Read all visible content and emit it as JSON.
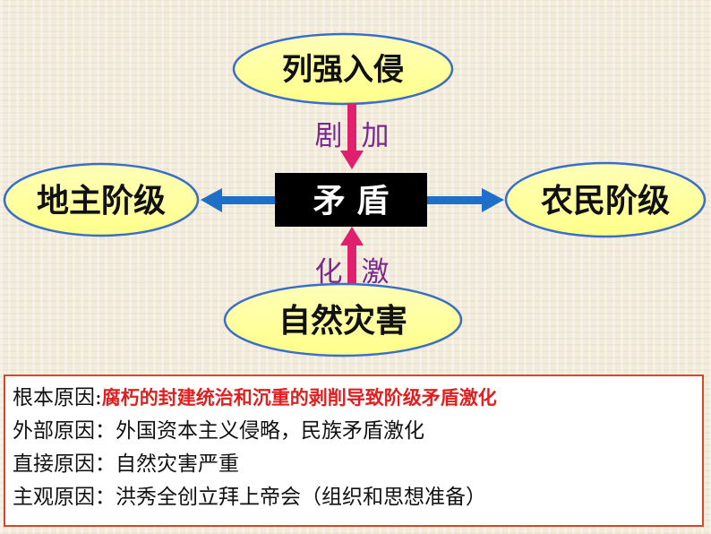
{
  "diagram": {
    "nodes": {
      "top": "列强入侵",
      "center": "矛 盾",
      "left": "地主阶级",
      "right": "农民阶级",
      "bottom": "自然灾害"
    },
    "edges": {
      "top_label_1": "剧",
      "top_label_2": "加",
      "bottom_label_1": "化",
      "bottom_label_2": "激"
    },
    "colors": {
      "ellipse_fill": "#ffff99",
      "ellipse_border": "#3a6fc9",
      "center_fill": "#000000",
      "center_text": "#ffffff",
      "vertical_arrow": "#e0206e",
      "horizontal_arrow": "#1e6fc8",
      "verb_text": "#7a2a8c"
    }
  },
  "notes": {
    "rows": [
      {
        "label": "根本原因:",
        "text": "腐朽的封建统治和沉重的剥削导致阶级矛盾激化"
      },
      {
        "label": "外部原因：",
        "text": "外国资本主义侵略，民族矛盾激化"
      },
      {
        "label": "直接原因：",
        "text": "自然灾害严重"
      },
      {
        "label": "主观原因：",
        "text": "洪秀全创立拜上帝会（组织和思想准备）"
      }
    ],
    "border_color": "#d24a2a",
    "highlight_color": "#e02020"
  }
}
